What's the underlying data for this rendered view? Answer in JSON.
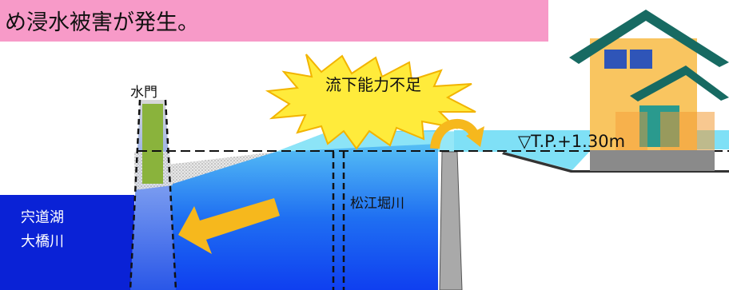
{
  "banner": {
    "text": "め浸水被害が発生。"
  },
  "labels": {
    "gate": "水門",
    "capacity": "流下能力不足",
    "level": "▽T.P.+1.30m",
    "canal": "松江堀川",
    "lake_line1": "宍道湖",
    "lake_line2": "大橋川"
  },
  "colors": {
    "banner": "#f79ac8",
    "lake": "#0a22d6",
    "canal_dark": "#0f3ff0",
    "canal_light": "#5fcdf5",
    "overflow_water": "#8fe6f7",
    "arrow": "#f6b81d",
    "burst": "#ffeb3b",
    "gate": "#8ab33c",
    "house_wall": "#f9c560",
    "roof": "#176a62"
  }
}
